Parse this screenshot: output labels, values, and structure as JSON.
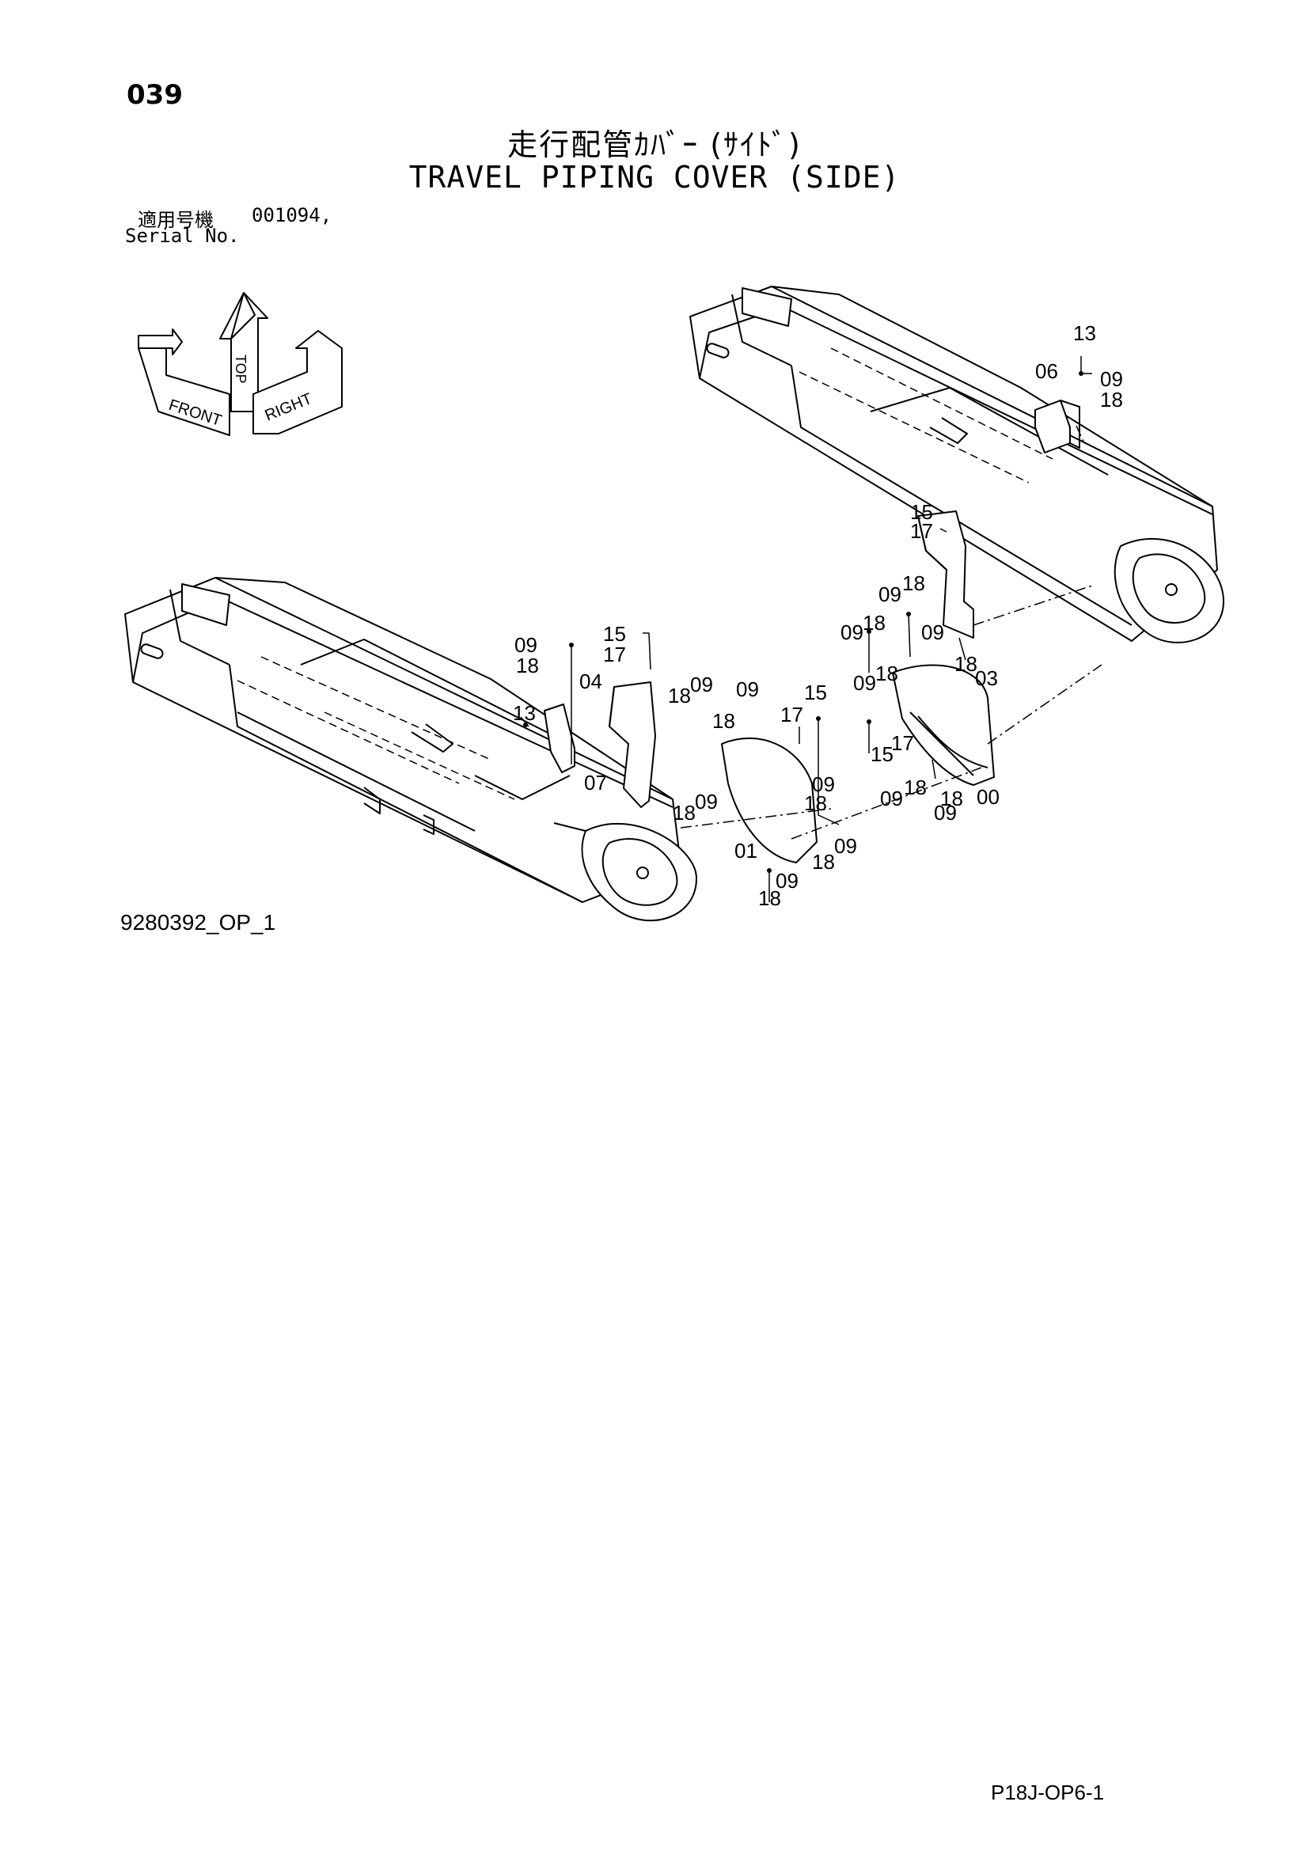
{
  "header": {
    "page_number": "039",
    "title_jp": "走行配管ｶﾊﾞｰ (ｻｲﾄﾞ)",
    "title_en": "TRAVEL PIPING COVER (SIDE)",
    "serial_label_jp": "適用号機",
    "serial_value": "001094,",
    "serial_label_en": "Serial No."
  },
  "orientation": {
    "top_label": "TOP",
    "front_label": "FRONT",
    "right_label": "RIGHT"
  },
  "callouts": [
    "00",
    "01",
    "03",
    "04",
    "06",
    "07",
    "09",
    "13",
    "15",
    "17",
    "18"
  ],
  "drawing_id": "9280392_OP_1",
  "page_code": "P18J-OP6-1"
}
